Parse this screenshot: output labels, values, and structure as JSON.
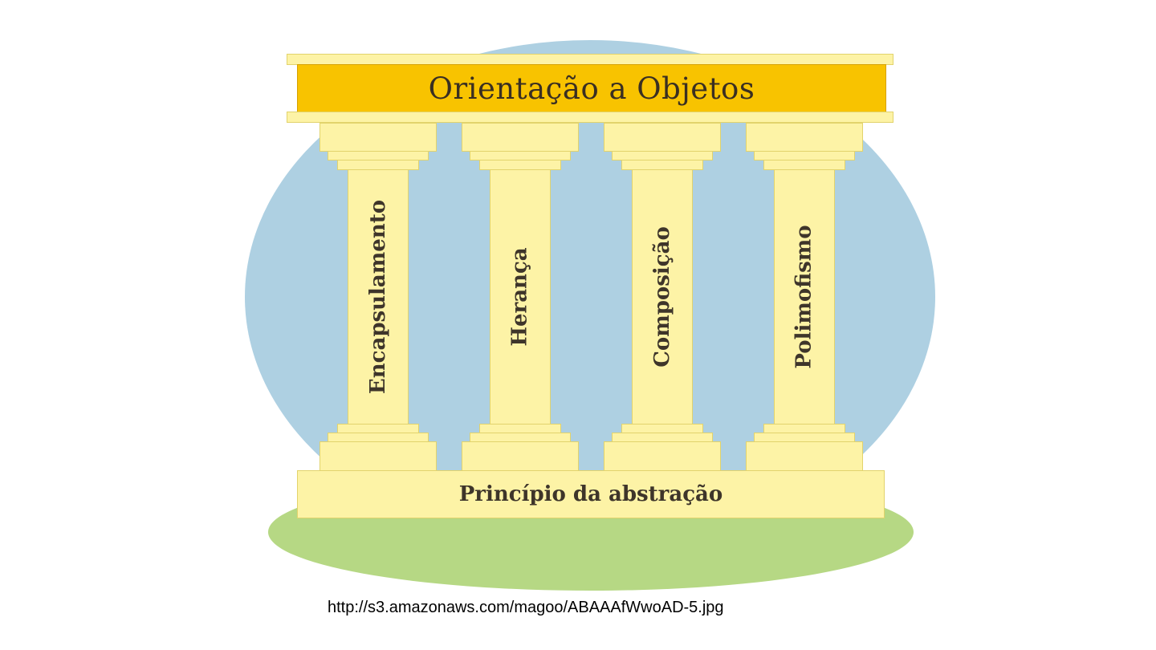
{
  "title": "Orientação a Objetos",
  "pillars": [
    "Encapsulamento",
    "Herança",
    "Composição",
    "Polimofismo"
  ],
  "base": "Princípio da abstração",
  "source_url": "http://s3.amazonaws.com/magoo/ABAAAfWwoAD-5.jpg",
  "colors": {
    "sky": "#aed0e2",
    "ground": "#b6d884",
    "beam": "#f8c300",
    "pillar": "#fdf3a6"
  }
}
